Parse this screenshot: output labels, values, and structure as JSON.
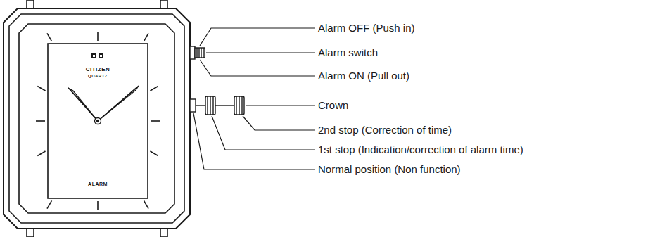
{
  "diagram": {
    "labels": [
      "CITIZEN",
      "QUARTZ",
      "ALARM",
      "Alarm OFF (Push in)",
      "Alarm switch",
      "Alarm ON (Pull out)",
      "Crown",
      "2nd stop (Correction of time)",
      "1st stop (Indication/correction of alarm time)",
      "Normal position (Non function)"
    ]
  }
}
